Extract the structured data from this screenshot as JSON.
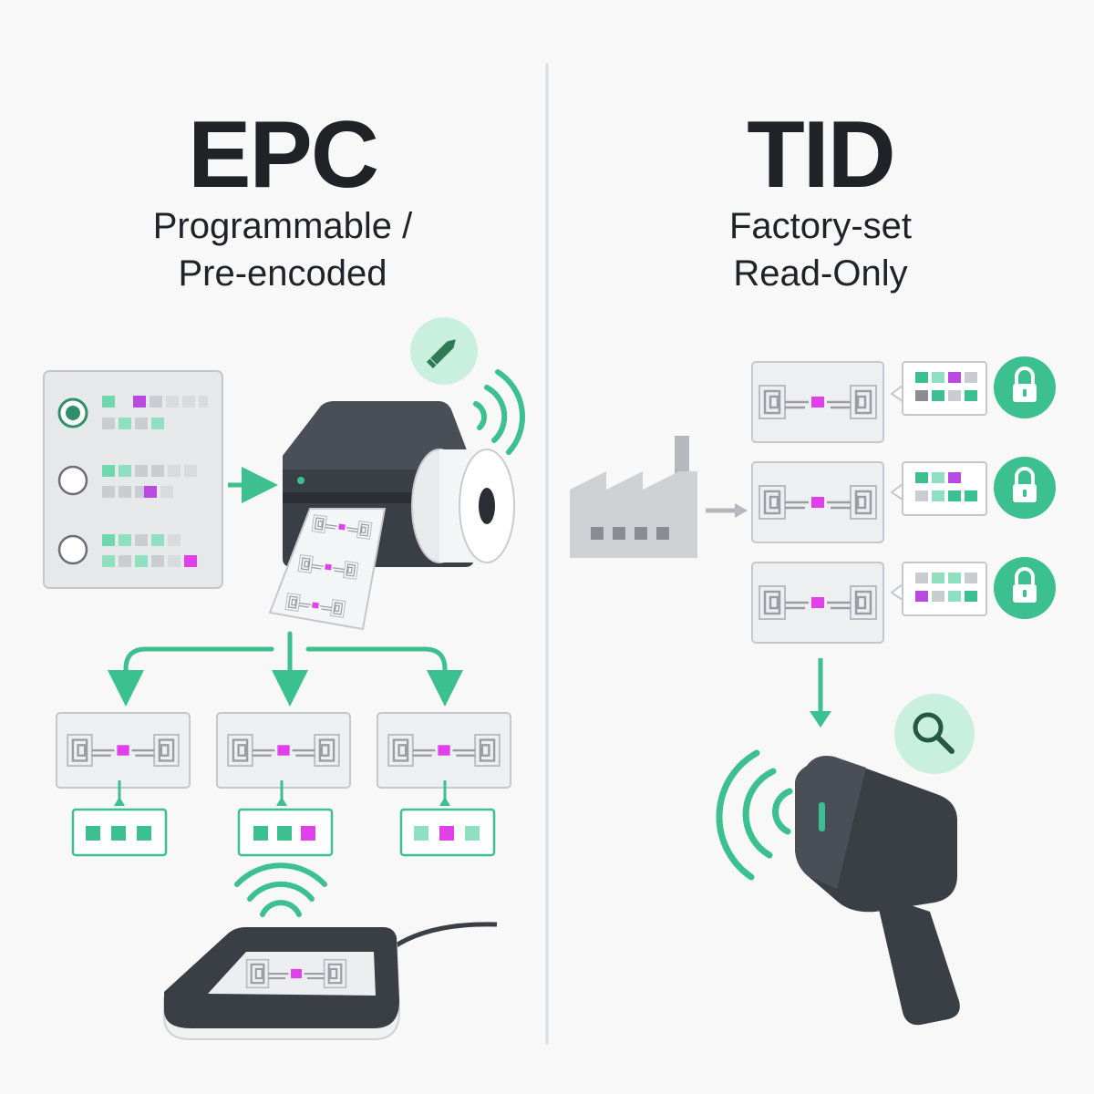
{
  "epc": {
    "title": "EPC",
    "subtitle_line1": "Programmable /",
    "subtitle_line2": "Pre-encoded"
  },
  "tid": {
    "title": "TID",
    "subtitle_line1": "Factory-set",
    "subtitle_line2": "Read-Only"
  },
  "colors": {
    "accent_green": "#3cc08f",
    "accent_magenta": "#e040e8",
    "dark_device": "#35383e",
    "text": "#1f2328"
  },
  "icons": [
    "pencil-icon",
    "lock-icon",
    "magnifier-icon",
    "factory-icon",
    "rfid-printer-icon",
    "rfid-reader-pad-icon",
    "handheld-scanner-icon",
    "wireless-signal-icon"
  ]
}
